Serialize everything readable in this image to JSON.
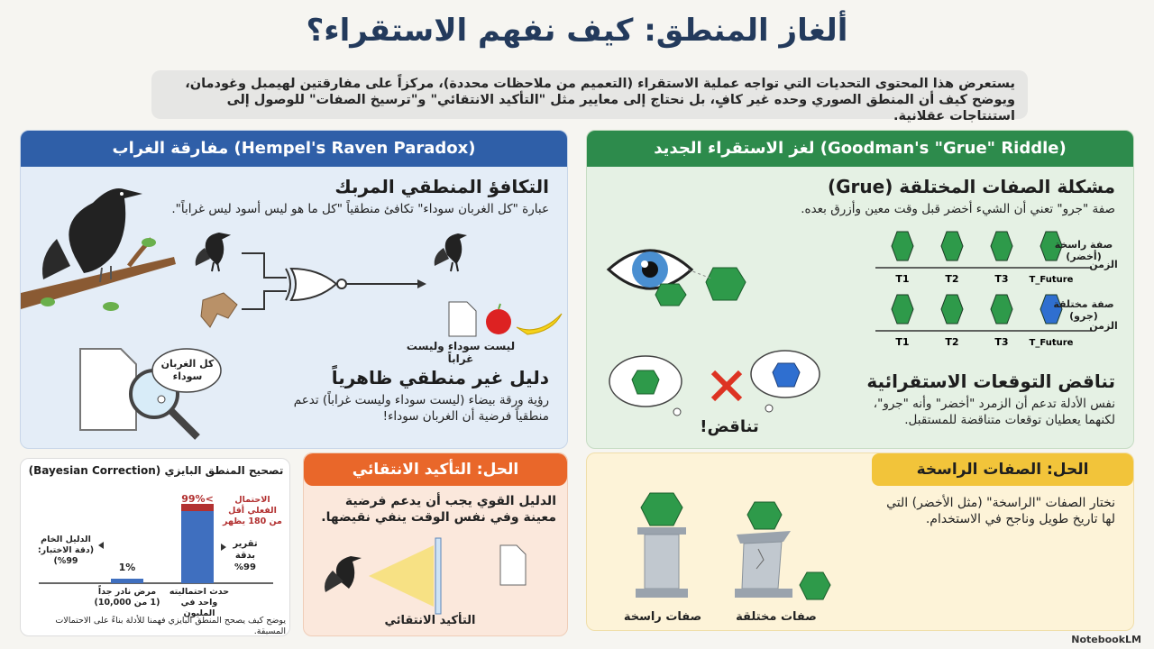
{
  "title": "ألغاز المنطق: كيف نفهم الاستقراء؟",
  "intro": "يستعرض هذا المحتوى التحديات التي تواجه عملية الاستقراء (التعميم من ملاحظات محددة)، مركزاً على مفارقتين لهيمبل وغودمان، ويوضح كيف أن المنطق الصوري وحده غير كافٍ، بل نحتاج إلى معايير مثل \"التأكيد الانتقائي\" و\"ترسيخ الصفات\" للوصول إلى استنتاجات عقلانية.",
  "raven": {
    "header": "مفارقة الغراب (Hempel's Raven Paradox)",
    "h1": "التكافؤ المنطقي المربك",
    "t1": "عبارة \"كل الغربان سوداء\" تكافئ منطقياً \"كل ما هو ليس أسود ليس غراباً\".",
    "gate_label": "ليست سوداء وليست غراباً",
    "bubble": "كل الغربان سوداء",
    "h2": "دليل غير منطقي ظاهرياً",
    "t2": "رؤية ورقة بيضاء (ليست سوداء وليست غراباً) تدعم منطقياً فرضية أن الغربان سوداء!"
  },
  "grue": {
    "header": "لغز الاستقراء الجديد (Goodman's \"Grue\" Riddle)",
    "h1": "مشكلة الصفات المختلقة (Grue)",
    "t1": "صفة \"جرو\" تعني أن الشيء أخضر قبل وقت معين وأزرق بعده.",
    "row1_label": "صفة راسخة (أخضر)",
    "row2_label": "صفة مختلقة (جرو)",
    "axis_label": "الزمن",
    "ticks": [
      "T1",
      "T2",
      "T3",
      "T_Future"
    ],
    "contradiction": "تناقض!",
    "h2": "تناقض التوقعات الاستقرائية",
    "t2": "نفس الأدلة تدعم أن الزمرد \"أخضر\" وأنه \"جرو\"، لكنهما يعطيان توقعات متناقضة للمستقبل."
  },
  "bayes": {
    "title": "تصحيح المنطق البايزي (Bayesian Correction)",
    "bar1_value": "1%",
    "bar1_label": "مرض نادر جداً (1 من 10,000)",
    "bar2_top": ">99%",
    "bar2_annot": "الاحتمال الفعلي أقل من 180 يظهر",
    "bar2_side": "تقرير بدقة 99%",
    "bar2_label": "حدث احتماليته واحد في المليون",
    "raw_evidence": "الدليل الخام (دقة الاختبار: 99%)",
    "footer": "يوضح كيف يصحح المنطق البايزي فهمنا للأدلة بناءً على الاحتمالات المسبقة."
  },
  "selective": {
    "header": "الحل: التأكيد الانتقائي",
    "text": "الدليل القوي يجب أن يدعم فرضية معينة وفي نفس الوقت ينفي نقيضها.",
    "caption": "التأكيد الانتقائي"
  },
  "entrench": {
    "header": "الحل: الصفات الراسخة",
    "text": "نختار الصفات \"الراسخة\" (مثل الأخضر) التي لها تاريخ طويل وناجح في الاستخدام.",
    "label_right": "صفات راسخة",
    "label_left": "صفات مختلقة"
  },
  "brand": "NotebookLM",
  "colors": {
    "blue": "#2f5fa8",
    "green": "#2d8b4c",
    "orange": "#e9672a",
    "yellow": "#f2c43a",
    "emerald": "#2e9a4a",
    "sapphire": "#2f6fd0"
  }
}
